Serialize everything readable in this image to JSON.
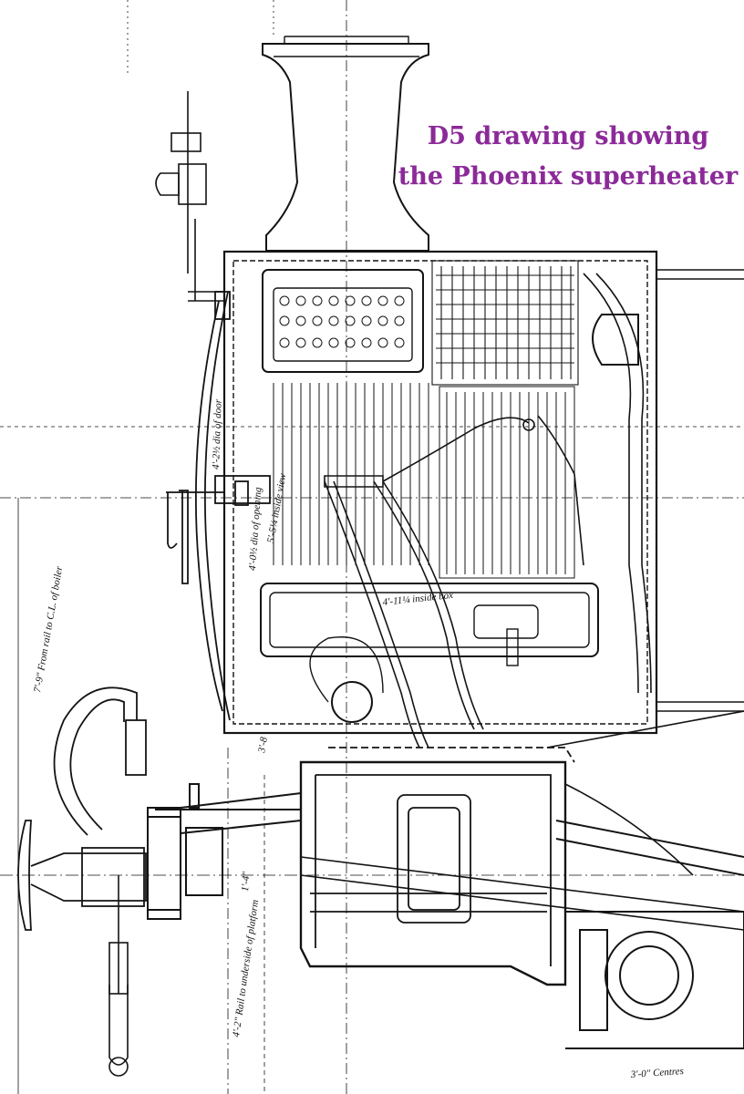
{
  "caption": {
    "line1": "D5 drawing showing",
    "line2": "the Phoenix superheater",
    "color": "#8b2a98"
  },
  "annotations": {
    "door_dia": "4'-2½ dia of door",
    "opening_dia": "4'-0½ dia of opening",
    "inside_view": "5'-5¼ inside view",
    "rail_to_boiler": "7'-9\" From rail to C.L. of boiler",
    "inside_box": "4'-11¼ inside box",
    "rail_to_platform": "4'-2\" Rail to underside of platform",
    "frame_dim": "1'-4\"",
    "small_dim": "3'-8",
    "bottom_dim": "3'-0\" Centres"
  },
  "colors": {
    "ink": "#141414",
    "paper": "#ffffff"
  }
}
